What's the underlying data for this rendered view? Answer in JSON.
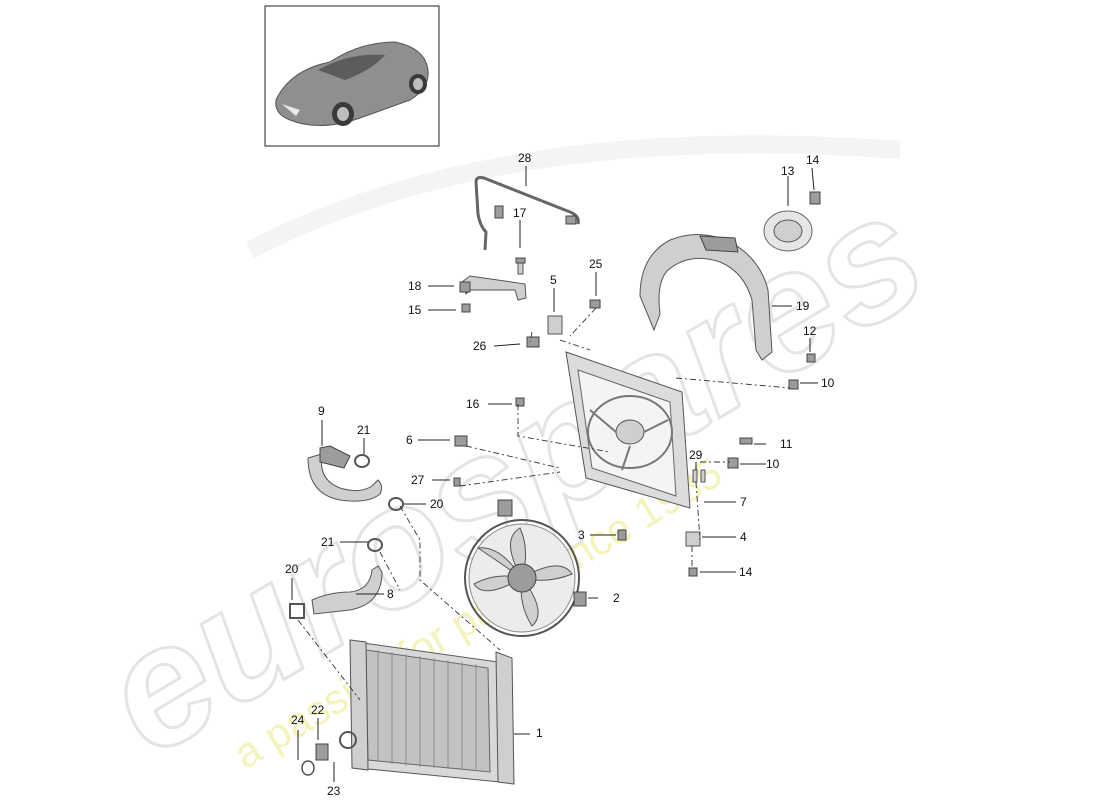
{
  "watermark": {
    "brand": "eurospares",
    "tagline": "a passion for parts since 1985"
  },
  "callouts": [
    "1",
    "2",
    "3",
    "4",
    "5",
    "6",
    "7",
    "8",
    "9",
    "10",
    "10",
    "11",
    "12",
    "13",
    "14",
    "14",
    "15",
    "16",
    "17",
    "18",
    "19",
    "20",
    "20",
    "21",
    "21",
    "22",
    "23",
    "24",
    "25",
    "26",
    "27",
    "28",
    "29"
  ],
  "icons": {
    "thumbnail": "car-icon",
    "radiator": "radiator-icon",
    "fan": "fan-icon",
    "shroud": "fan-shroud-icon",
    "air-duct": "air-duct-icon",
    "motor-cover": "motor-cover-icon",
    "hose": "hose-icon",
    "pipe": "pipe-icon"
  },
  "colors": {
    "line": "#222222",
    "part_fill": "#cfcfcf",
    "watermark_tagline": "#f2f0a6"
  }
}
